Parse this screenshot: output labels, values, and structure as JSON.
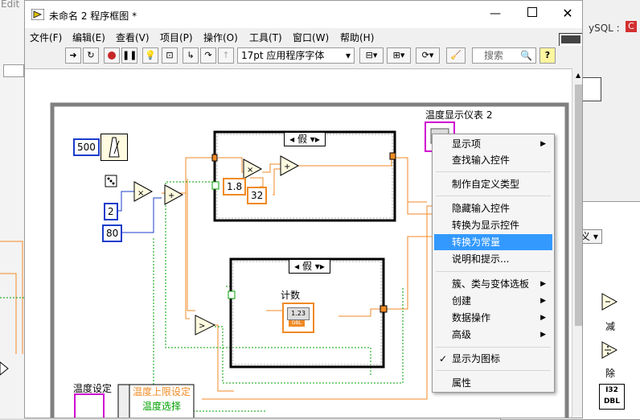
{
  "window": {
    "title": "未命名 2 程序框图 *",
    "bg_left_text": "Edit",
    "bg_right_text": "ySQL :"
  },
  "menu": [
    "文件(F)",
    "编辑(E)",
    "查看(V)",
    "项目(P)",
    "操作(O)",
    "工具(T)",
    "窗口(W)",
    "帮助(H)"
  ],
  "toolbar": {
    "font_select": "17pt 应用程序字体",
    "search_placeholder": "搜索"
  },
  "diagram": {
    "const_500": "500",
    "const_2": "2",
    "const_80": "80",
    "const_1_8": "1.8",
    "const_32": "32",
    "case_top": "假",
    "case_bottom": "假",
    "counter_label": "计数",
    "counter_value": "1.23",
    "counter_type": "DBL",
    "gauge_label": "温度显示仪表 2",
    "setting_label": "温度设定",
    "upper_limit": "温度上限设定",
    "select_label": "温度选择",
    "palette_select": "自定义",
    "palette_minus": "减",
    "palette_divide": "除",
    "palette_i32": "I32",
    "palette_dbl": "DBL"
  },
  "context_menu": {
    "items": [
      {
        "label": "显示项",
        "submenu": true
      },
      {
        "label": "查找输入控件",
        "submenu": false
      },
      {
        "label": "制作自定义类型",
        "submenu": false
      },
      {
        "label": "隐藏输入控件",
        "submenu": false
      },
      {
        "label": "转换为显示控件",
        "submenu": false
      },
      {
        "label": "转换为常量",
        "submenu": false,
        "selected": true
      },
      {
        "label": "说明和提示...",
        "submenu": false
      },
      {
        "label": "簇、类与变体选板",
        "submenu": true
      },
      {
        "label": "创建",
        "submenu": true
      },
      {
        "label": "数据操作",
        "submenu": true
      },
      {
        "label": "高级",
        "submenu": true
      },
      {
        "label": "显示为图标",
        "submenu": false,
        "checked": true
      },
      {
        "label": "属性",
        "submenu": false
      }
    ]
  },
  "colors": {
    "numeric_wire": "#f08a24",
    "int_wire": "#1a3ccc",
    "bool_wire": "#00a000",
    "selection": "#3399ff"
  }
}
